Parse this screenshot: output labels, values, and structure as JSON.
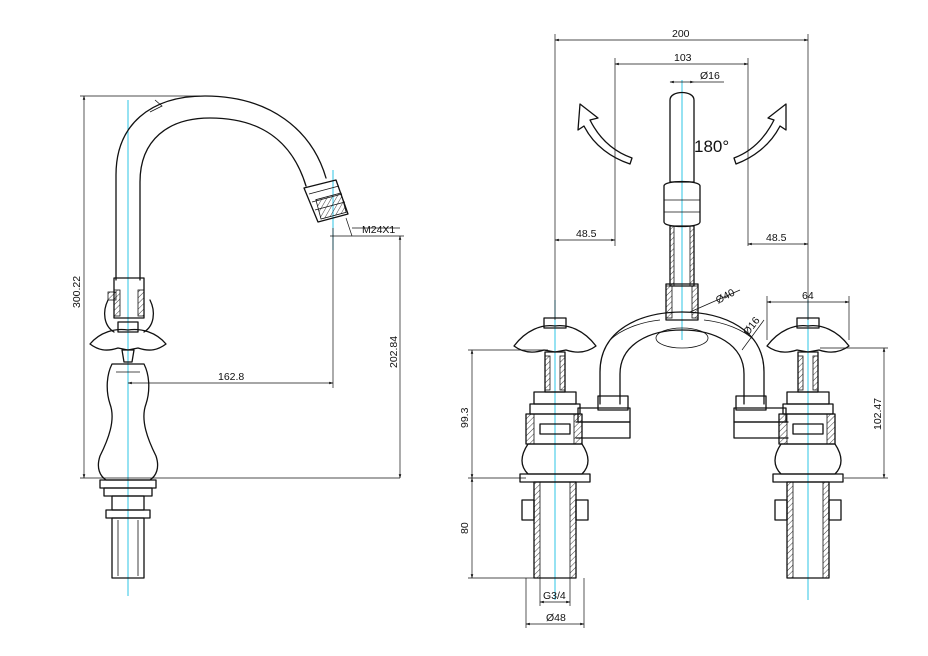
{
  "side_view": {
    "height_total": "300.22",
    "spout_reach": "162.8",
    "spout_height": "202.84",
    "aerator_thread": "M24X1"
  },
  "front_view": {
    "centres": "200",
    "spout_width": "103",
    "spout_diameter": "Ø16",
    "rotation": "180°",
    "offset_left": "48.5",
    "offset_right": "48.5",
    "bridge_diameter": "Ø40",
    "bridge_tube_diameter": "Ø16",
    "handle_width": "64",
    "height_left": "99.3",
    "height_right": "102.47",
    "shank_length": "80",
    "thread": "G3/4",
    "base_diameter": "Ø48"
  }
}
